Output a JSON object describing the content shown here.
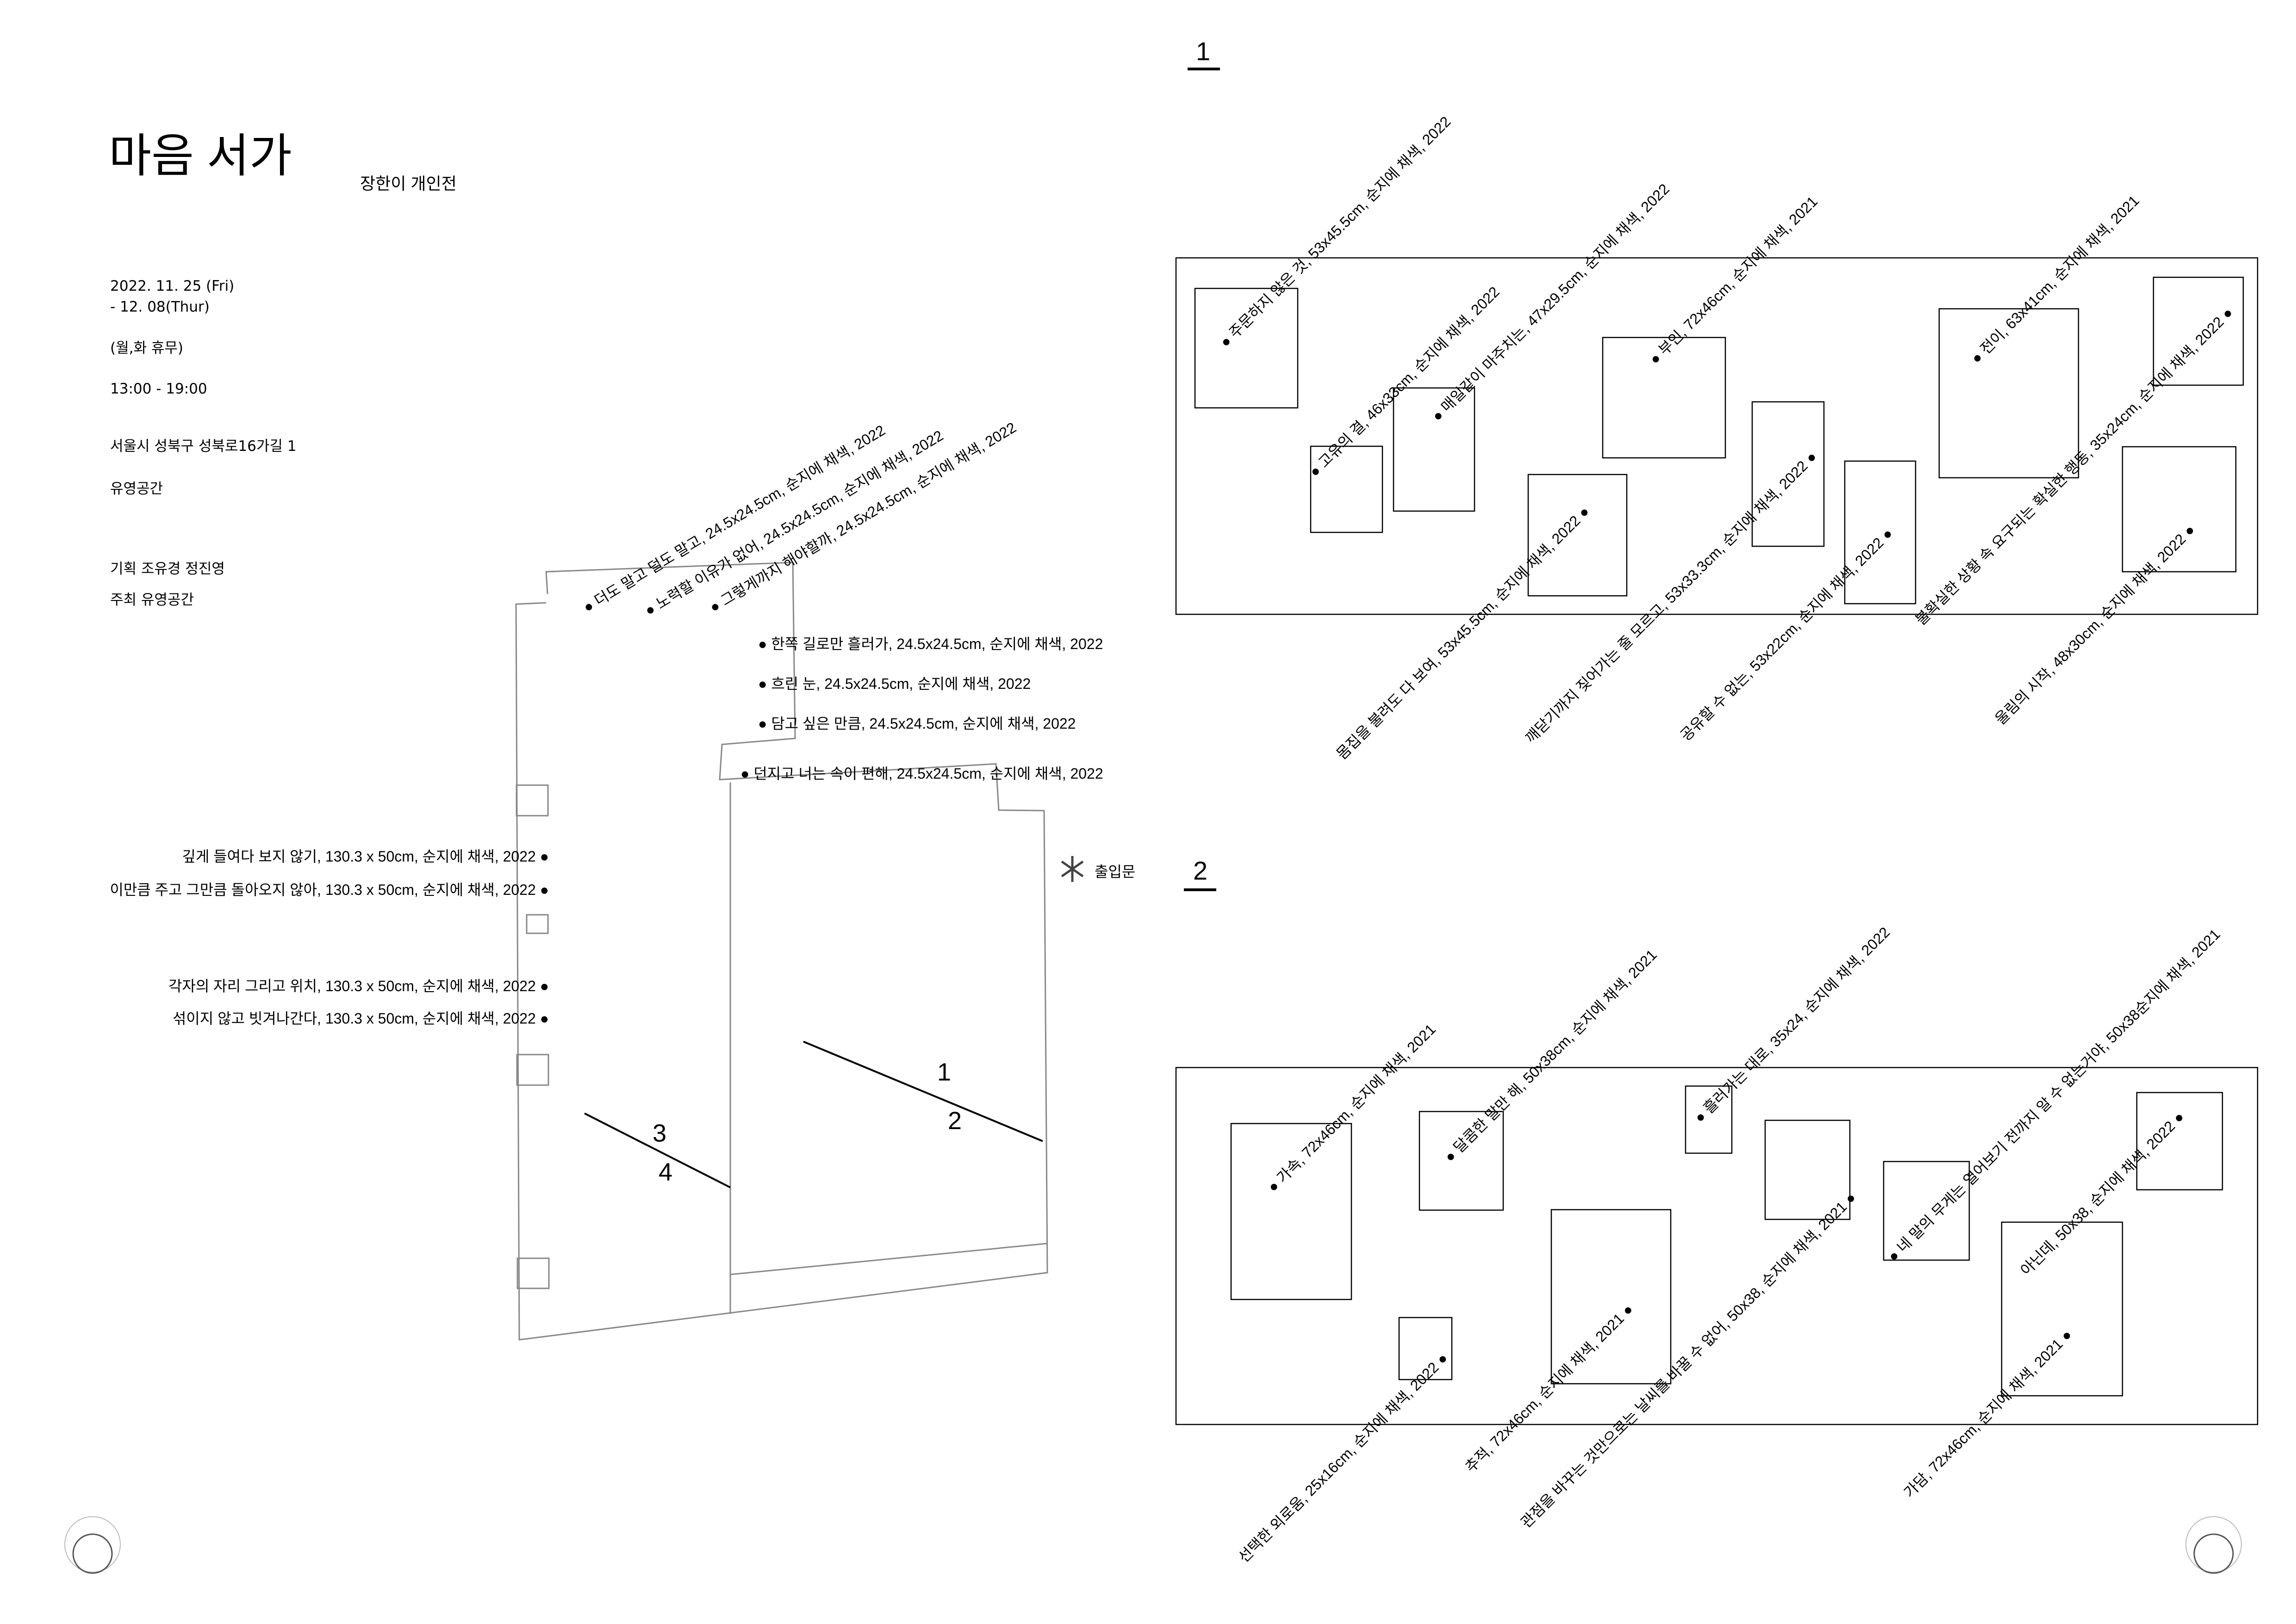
{
  "header": {
    "title": "마음 서가",
    "subtitle": "장한이 개인전"
  },
  "info": {
    "date_start": "2022. 11. 25 (Fri)",
    "date_end": "- 12. 08(Thur)",
    "closed": "(월,화 휴무)",
    "hours": "13:00 - 19:00",
    "address": "서울시 성북구 성북로16가길 1",
    "venue": "유영공간",
    "curators": "기획 조유경 정진영",
    "host": "주최 유영공간"
  },
  "floor_plan": {
    "entrance_icon": "asterisk-icon",
    "entrance_label": "출입문",
    "wall_numbers": [
      "1",
      "2",
      "3",
      "4"
    ],
    "diagonal_works": [
      "더도 말고 덜도 말고, 24.5x24.5cm, 순지에 채색, 2022",
      "노력할 이유가 없어, 24.5x24.5cm, 순지에 채색, 2022",
      "그렇게까지 해야할까, 24.5x24.5cm, 순지에 채색, 2022"
    ],
    "right_works": [
      "한쪽 길로만 흘러가, 24.5x24.5cm, 순지에 채색, 2022",
      "흐린 눈, 24.5x24.5cm, 순지에 채색, 2022",
      "담고 싶은 만큼, 24.5x24.5cm, 순지에 채색, 2022",
      "던지고 너는 속이 편해, 24.5x24.5cm, 순지에 채색, 2022"
    ],
    "left_works": [
      "깊게 들여다 보지 않기, 130.3 x 50cm, 순지에 채색, 2022",
      "이만큼 주고 그만큼 돌아오지 않아, 130.3 x 50cm, 순지에 채색, 2022",
      "각자의 자리 그리고 위치, 130.3 x 50cm, 순지에 채색, 2022",
      "섞이지 않고 빗겨나간다, 130.3 x 50cm, 순지에 채색, 2022"
    ]
  },
  "wall1": {
    "number": "1",
    "works": [
      "주문하지 않은 것, 53x45.5cm, 순지에 채색, 2022",
      "고유의 결, 46x33cm, 순지에 채색, 2022",
      "매일같이 마주치는, 47x29.5cm, 순지에 채색, 2022",
      "부인, 72x46cm, 순지에 채색, 2021",
      "전이, 63x41cm, 순지에 채색, 2021",
      "불확실한 상황 속 요구되는 확실한 행동, 35x24cm, 순지에 채색, 2022",
      "몸집을 불려도 다 보여, 53x45.5cm, 순지에 채색, 2022",
      "깨닫기까지 짖어가는 줄 모르고, 53x33.3cm, 순지에 채색, 2022",
      "공유할 수 없는, 53x22cm, 순지에 채색, 2022",
      "울림의 시작, 48x30cm, 순지에 채색, 2022"
    ]
  },
  "wall2": {
    "number": "2",
    "works": [
      "가속, 72x46cm, 순지에 채색, 2021",
      "달콤한 말만 해, 50x38cm, 순지에 채색, 2021",
      "흘러가는 대로, 35x24, 순지에 채색, 2022",
      "네 말의 무게는 열어보기 전까지 알 수 없는거야, 50x38순지에 채색, 2021",
      "아닌데, 50x38, 순지에 채색, 2022",
      "선택한 외로움, 25x16cm, 순지에 채색, 2022",
      "추적, 72x46cm, 순지에 채색, 2021",
      "관점을 바꾸는 것만으로는 날씨를 바꿀 수 없어, 50x38, 순지에 채색, 2021",
      "가담, 72x46cm, 순지에 채색, 2021"
    ]
  },
  "page_marks": [
    "circle-mark-left",
    "circle-mark-right"
  ]
}
